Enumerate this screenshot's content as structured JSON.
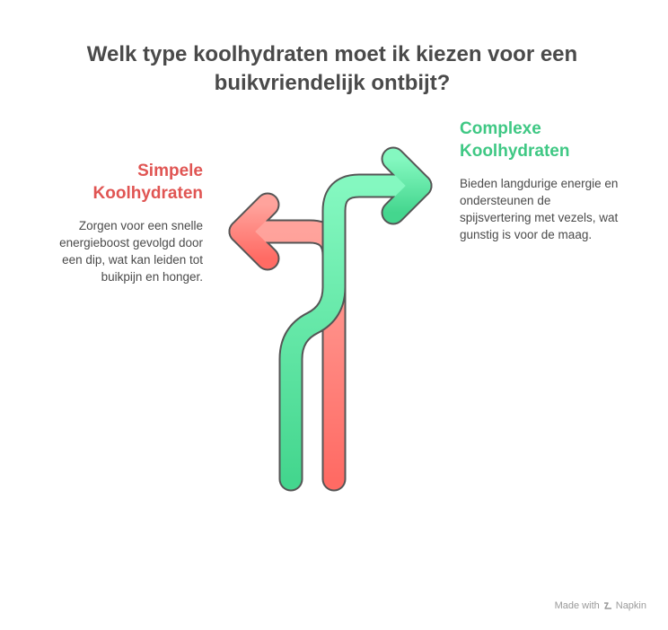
{
  "title": "Welk type koolhydraten moet ik kiezen voor een buikvriendelijk ontbijt?",
  "left_option": {
    "heading": "Simpele Koolhydraten",
    "description": "Zorgen voor een snelle energieboost gevolgd door een dip, wat kan leiden tot buikpijn en honger.",
    "color": "#e05553",
    "arrow_color": "#ff8a85"
  },
  "right_option": {
    "heading": "Complexe Koolhydraten",
    "description": "Bieden langdurige energie en ondersteunen de spijsvertering met vezels, wat gunstig is voor de maag.",
    "color": "#3fc884",
    "arrow_color": "#5cecaa"
  },
  "footer": {
    "made_with": "Made with",
    "brand": "Napkin",
    "icon": "napkin-logo-icon"
  }
}
